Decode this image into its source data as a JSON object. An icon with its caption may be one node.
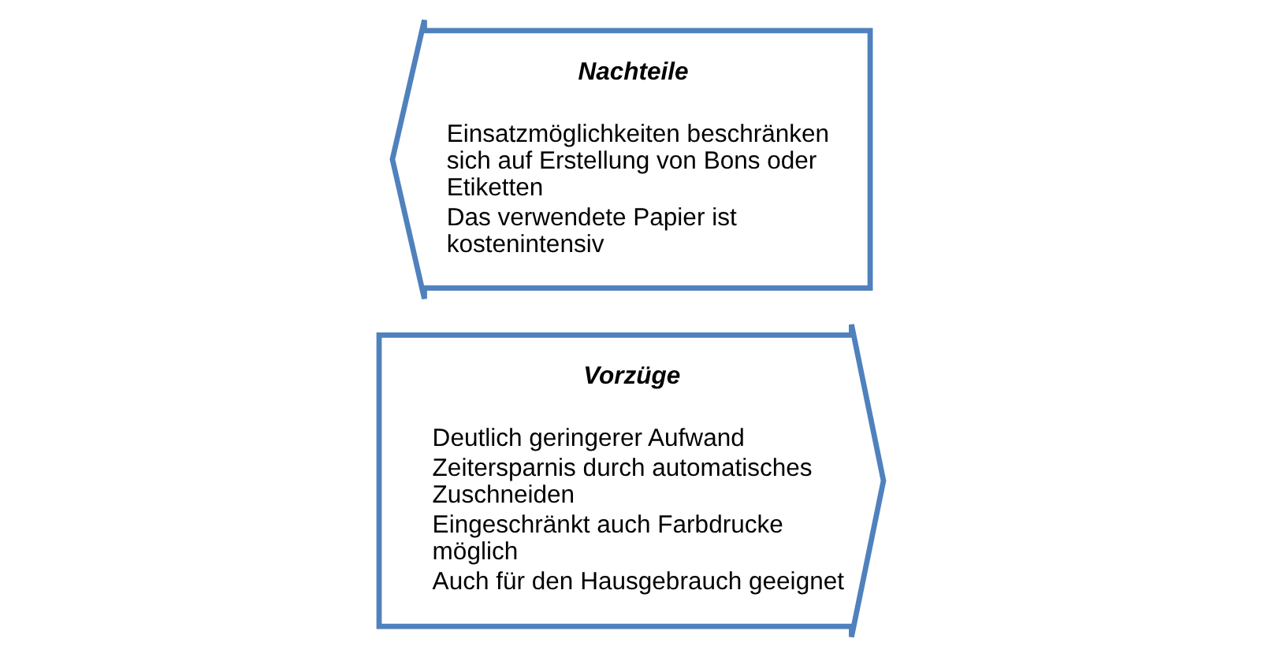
{
  "diagram": {
    "nodes": [
      {
        "text": [
          "Vorzüge",
          "Deutlich geringerer Aufwand",
          "Zeitersparnis durch automatisches Zuschneiden",
          "Eingeschränkt auch Farbdrucke möglich",
          "Auch für den Hausgebrauch geeignet"
        ]
      },
      {
        "text": [
          "Nachteile",
          "Einsatzmöglichkeiten beschränken sich auf Erstellung von Bons oder Etiketten",
          "Das verwendete Papier ist kostenintensiv"
        ]
      }
    ]
  }
}
